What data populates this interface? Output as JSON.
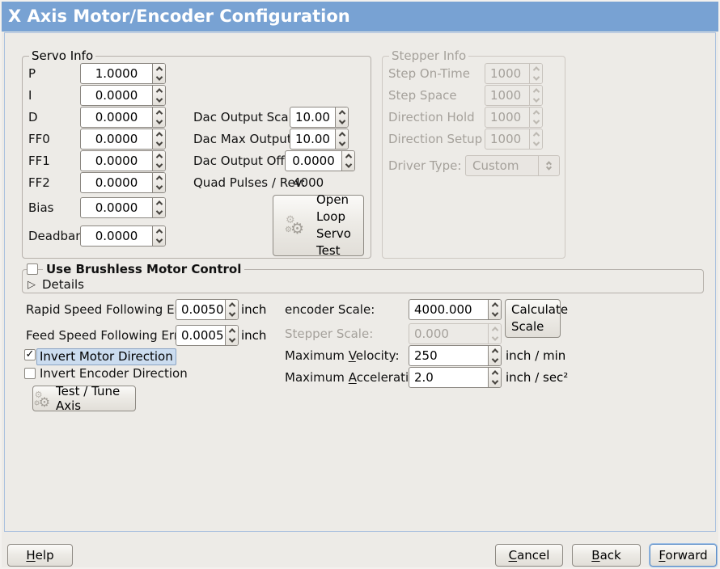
{
  "window": {
    "title": "X Axis Motor/Encoder Configuration"
  },
  "colors": {
    "titlebar": "#78a2d3",
    "panel_border": "#a9c0de",
    "selection_highlight": "#cbdcef",
    "focus_ring": "#5f8fc7",
    "background": "#edebe7"
  },
  "servo_info": {
    "frame_label": "Servo Info",
    "fields": [
      {
        "label": "P",
        "value": "1.0000"
      },
      {
        "label": "I",
        "value": "0.0000"
      },
      {
        "label": "D",
        "value": "0.0000"
      },
      {
        "label": "FF0",
        "value": "0.0000"
      },
      {
        "label": "FF1",
        "value": "0.0000"
      },
      {
        "label": "FF2",
        "value": "0.0000"
      },
      {
        "label": "Bias",
        "value": "0.0000"
      },
      {
        "label": "Deadband",
        "value": "0.0000"
      }
    ],
    "dac_fields": [
      {
        "label": "Dac Output Scale:",
        "value": "10.00"
      },
      {
        "label": "Dac Max Output:",
        "value": "10.00"
      },
      {
        "label": "Dac Output Offset:",
        "value": "0.0000"
      }
    ],
    "quad_pulses_label": "Quad Pulses / Rev:",
    "quad_pulses_value": "4000",
    "open_loop_button_label": "Open\nLoop\nServo\nTest"
  },
  "stepper_info": {
    "frame_label": "Stepper Info",
    "fields": [
      {
        "label": "Step On-Time",
        "value": "1000"
      },
      {
        "label": "Step Space",
        "value": "1000"
      },
      {
        "label": "Direction Hold",
        "value": "1000"
      },
      {
        "label": "Direction Setup",
        "value": "1000"
      }
    ],
    "driver_type_label": "Driver Type:",
    "driver_type_value": "Custom"
  },
  "brushless": {
    "checkbox_label": "Use Brushless Motor Control",
    "checked": false,
    "details_label": "Details",
    "expander_arrow": "▷"
  },
  "following_error": {
    "rapid_label": "Rapid Speed Following Error:",
    "rapid_value": "0.0050",
    "rapid_unit": "inch",
    "feed_label": "Feed Speed Following Error:",
    "feed_value": "0.0005",
    "feed_unit": "inch"
  },
  "scales": {
    "encoder_label": "encoder Scale:",
    "encoder_value": "4000.000",
    "calculate_button_label": "Calculate\nScale",
    "stepper_label": "Stepper Scale:",
    "stepper_value": "0.000",
    "velocity_label_pre": "Maximum ",
    "velocity_mn": "V",
    "velocity_label_post": "elocity:",
    "velocity_value": "250",
    "velocity_unit": "inch / min",
    "accel_label_pre": "Maximum ",
    "accel_mn": "A",
    "accel_label_post": "cceleration:",
    "accel_value": "2.0",
    "accel_unit": "inch / sec²"
  },
  "direction": {
    "invert_motor_label": "Invert Motor Direction",
    "invert_motor_checked": true,
    "checkmark": "✓",
    "invert_encoder_label": "Invert Encoder Direction",
    "invert_encoder_checked": false,
    "test_tune_button_label": "Test / Tune Axis"
  },
  "icons": {
    "gear": "⚙"
  },
  "footer": {
    "help": {
      "mn": "H",
      "rest": "elp"
    },
    "cancel": {
      "mn": "C",
      "rest": "ancel"
    },
    "back": {
      "mn": "B",
      "rest": "ack"
    },
    "forward": {
      "mn": "F",
      "rest": "orward"
    }
  }
}
